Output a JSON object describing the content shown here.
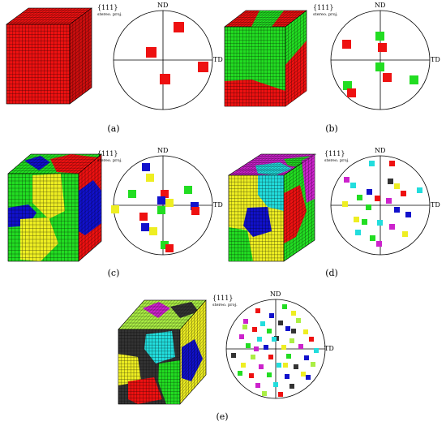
{
  "texts": {
    "hkl": "{111}",
    "stereo": "stereo. proj.",
    "nd": "ND",
    "td": "TD"
  },
  "panels": [
    {
      "caption": "(a)"
    },
    {
      "caption": "(b)"
    },
    {
      "caption": "(c)"
    },
    {
      "caption": "(d)"
    },
    {
      "caption": "(e)"
    }
  ],
  "colors": {
    "red": "#ee1111",
    "green": "#22dd22",
    "blue": "#1111cc",
    "yellow": "#eeee22",
    "magenta": "#cc22cc",
    "cyan": "#22dddd",
    "dark_gray": "#333333",
    "light_green": "#aaee44",
    "grid_line": "#000000"
  }
}
